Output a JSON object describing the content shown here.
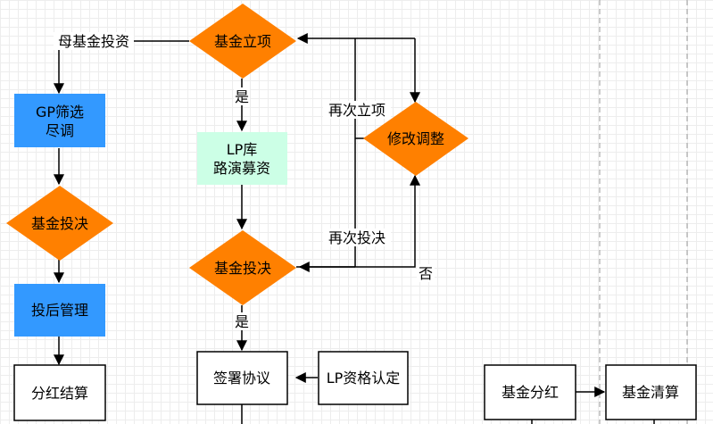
{
  "colors": {
    "diamond": "#ff8000",
    "blue_box": "#3399ff",
    "green_box": "#ccffe6",
    "white_box": "#ffffff",
    "stroke": "#000000",
    "dashed_line": "#999999"
  },
  "nodes": {
    "fund_setup": "基金立项",
    "gp_screen_line1": "GP筛选",
    "gp_screen_line2": "尽调",
    "fund_decision_left": "基金投决",
    "post_invest": "投后管理",
    "dividend_settle": "分红结算",
    "lp_pool_line1": "LP库",
    "lp_pool_line2": "路演募资",
    "fund_decision_mid": "基金投决",
    "sign_agreement": "签署协议",
    "lp_qualification": "LP资格认定",
    "modify_adjust": "修改调整",
    "fund_dividend": "基金分红",
    "fund_liquidation": "基金清算"
  },
  "edge_labels": {
    "mother_fund": "母基金投资",
    "yes_top": "是",
    "yes_bottom": "是",
    "re_setup": "再次立项",
    "re_decision": "再次投决",
    "no": "否"
  }
}
